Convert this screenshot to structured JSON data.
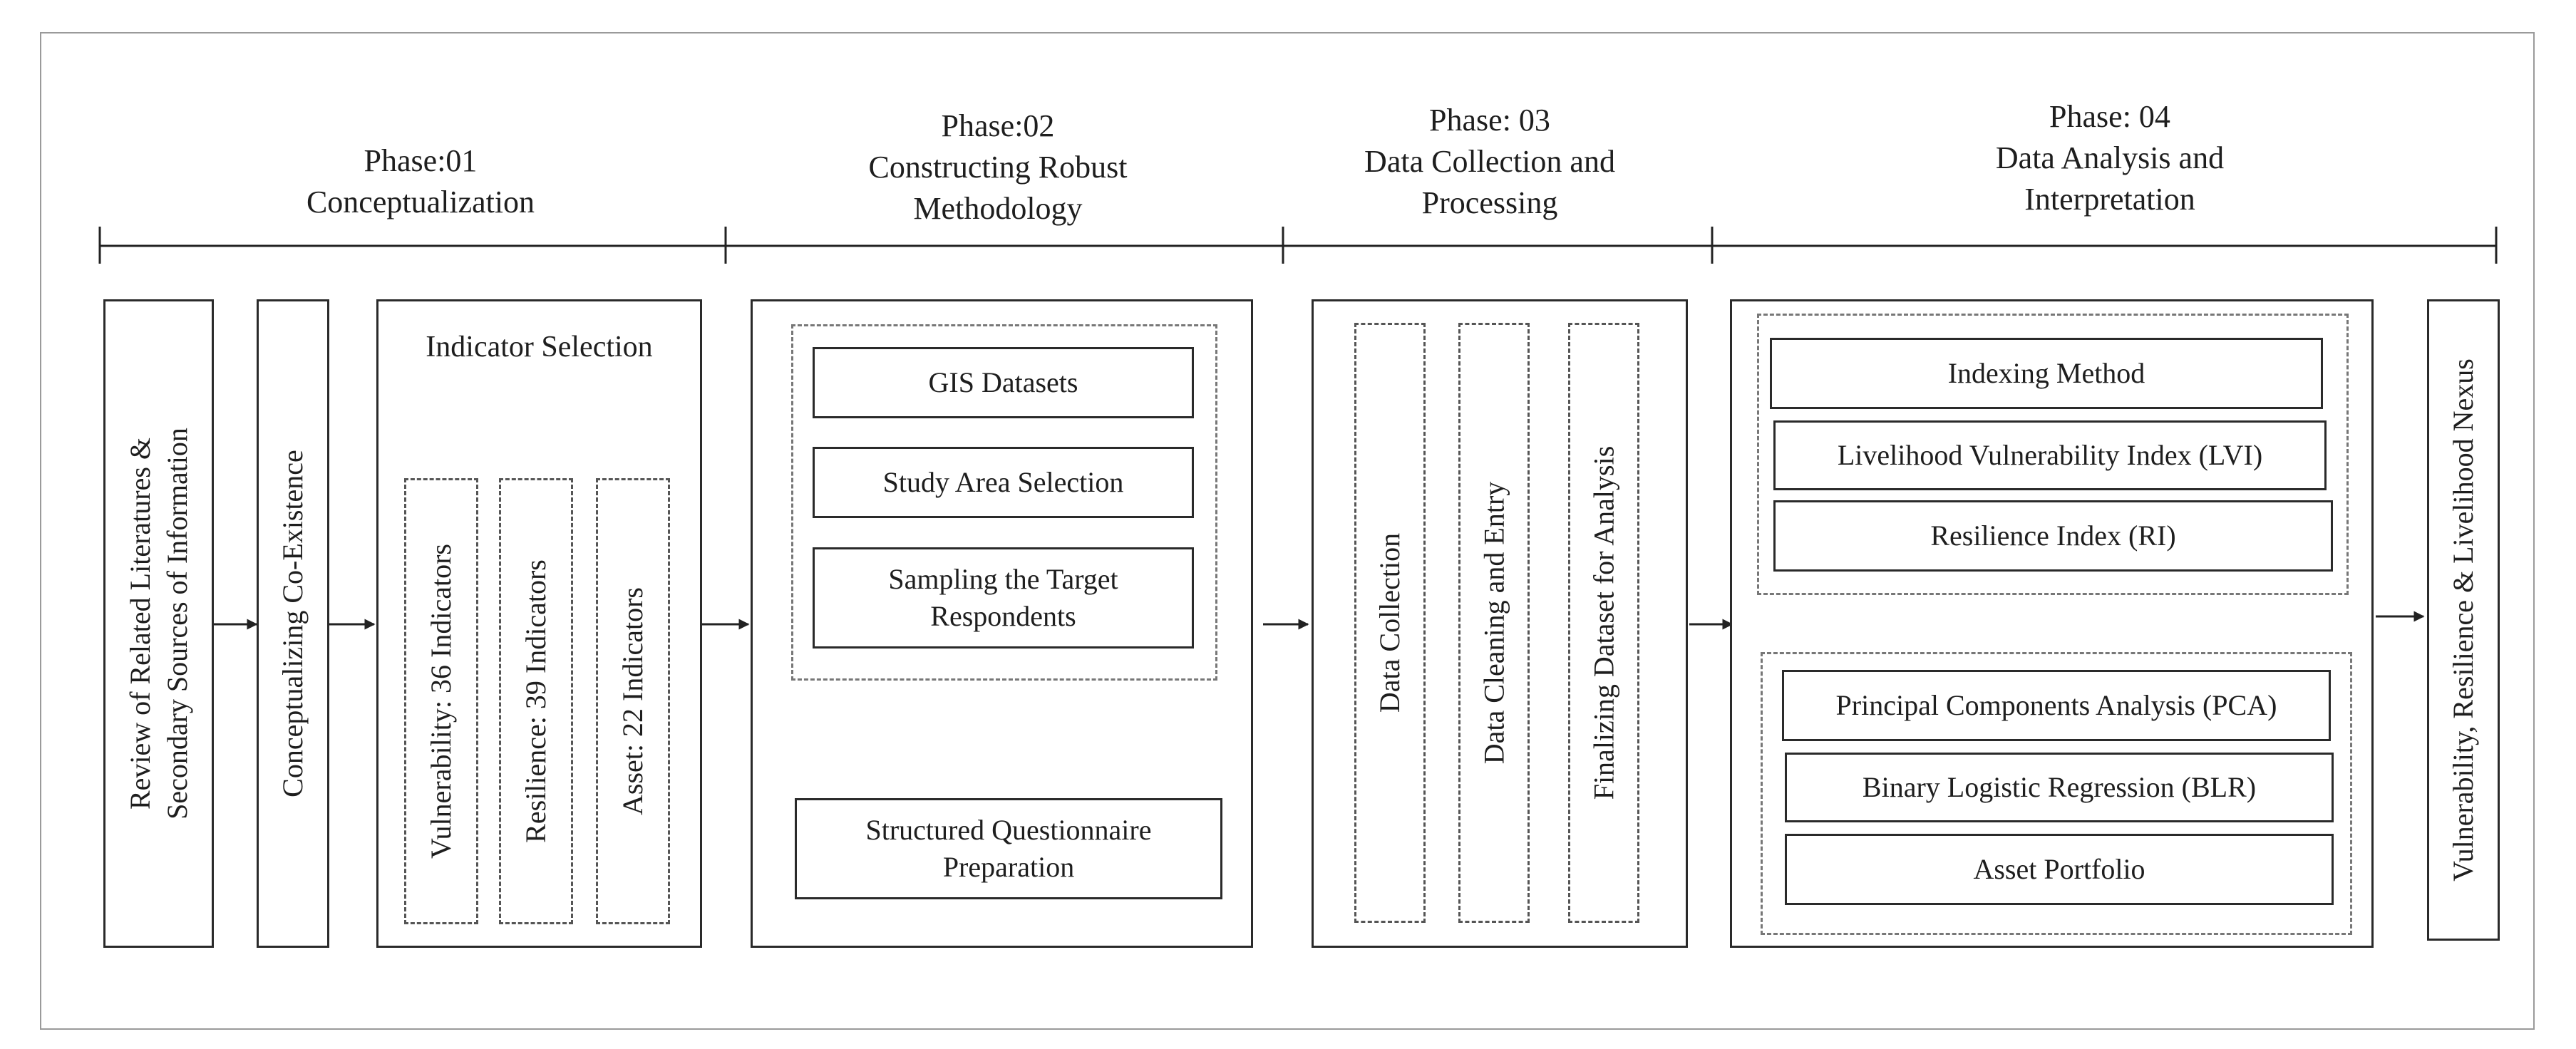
{
  "phases": [
    {
      "label": "Phase:01",
      "title": "Conceptualization"
    },
    {
      "label": "Phase:02",
      "title_line1": "Constructing Robust",
      "title_line2": "Methodology"
    },
    {
      "label": "Phase: 03",
      "title_line1": "Data Collection and",
      "title_line2": "Processing"
    },
    {
      "label": "Phase: 04",
      "title_line1": "Data Analysis and",
      "title_line2": "Interpretation"
    }
  ],
  "phase1": {
    "review_line1": "Review of Related Literatures &",
    "review_line2": "Secondary Sources of Information",
    "coexistence": "Conceptualizing Co-Existence",
    "indicator_title": "Indicator Selection",
    "indicators": [
      "Vulnerability: 36 Indicators",
      "Resilience: 39 Indicators",
      "Asset: 22 Indicators"
    ]
  },
  "phase2": {
    "items": [
      "GIS Datasets",
      "Study Area Selection"
    ],
    "sampling_line1": "Sampling the Target",
    "sampling_line2": "Respondents",
    "questionnaire_line1": "Structured Questionnaire",
    "questionnaire_line2": "Preparation"
  },
  "phase3": {
    "steps": [
      "Data Collection",
      "Data Cleaning and Entry",
      "Finalizing Dataset for Analysis"
    ]
  },
  "phase4": {
    "index_items": [
      "Indexing Method",
      "Livelihood Vulnerability Index (LVI)",
      "Resilience Index (RI)"
    ],
    "analysis_items": [
      "Principal Components Analysis (PCA)",
      "Binary Logistic Regression (BLR)",
      "Asset Portfolio"
    ]
  },
  "output": "Vulnerability, Resilience & Livelihood Nexus"
}
